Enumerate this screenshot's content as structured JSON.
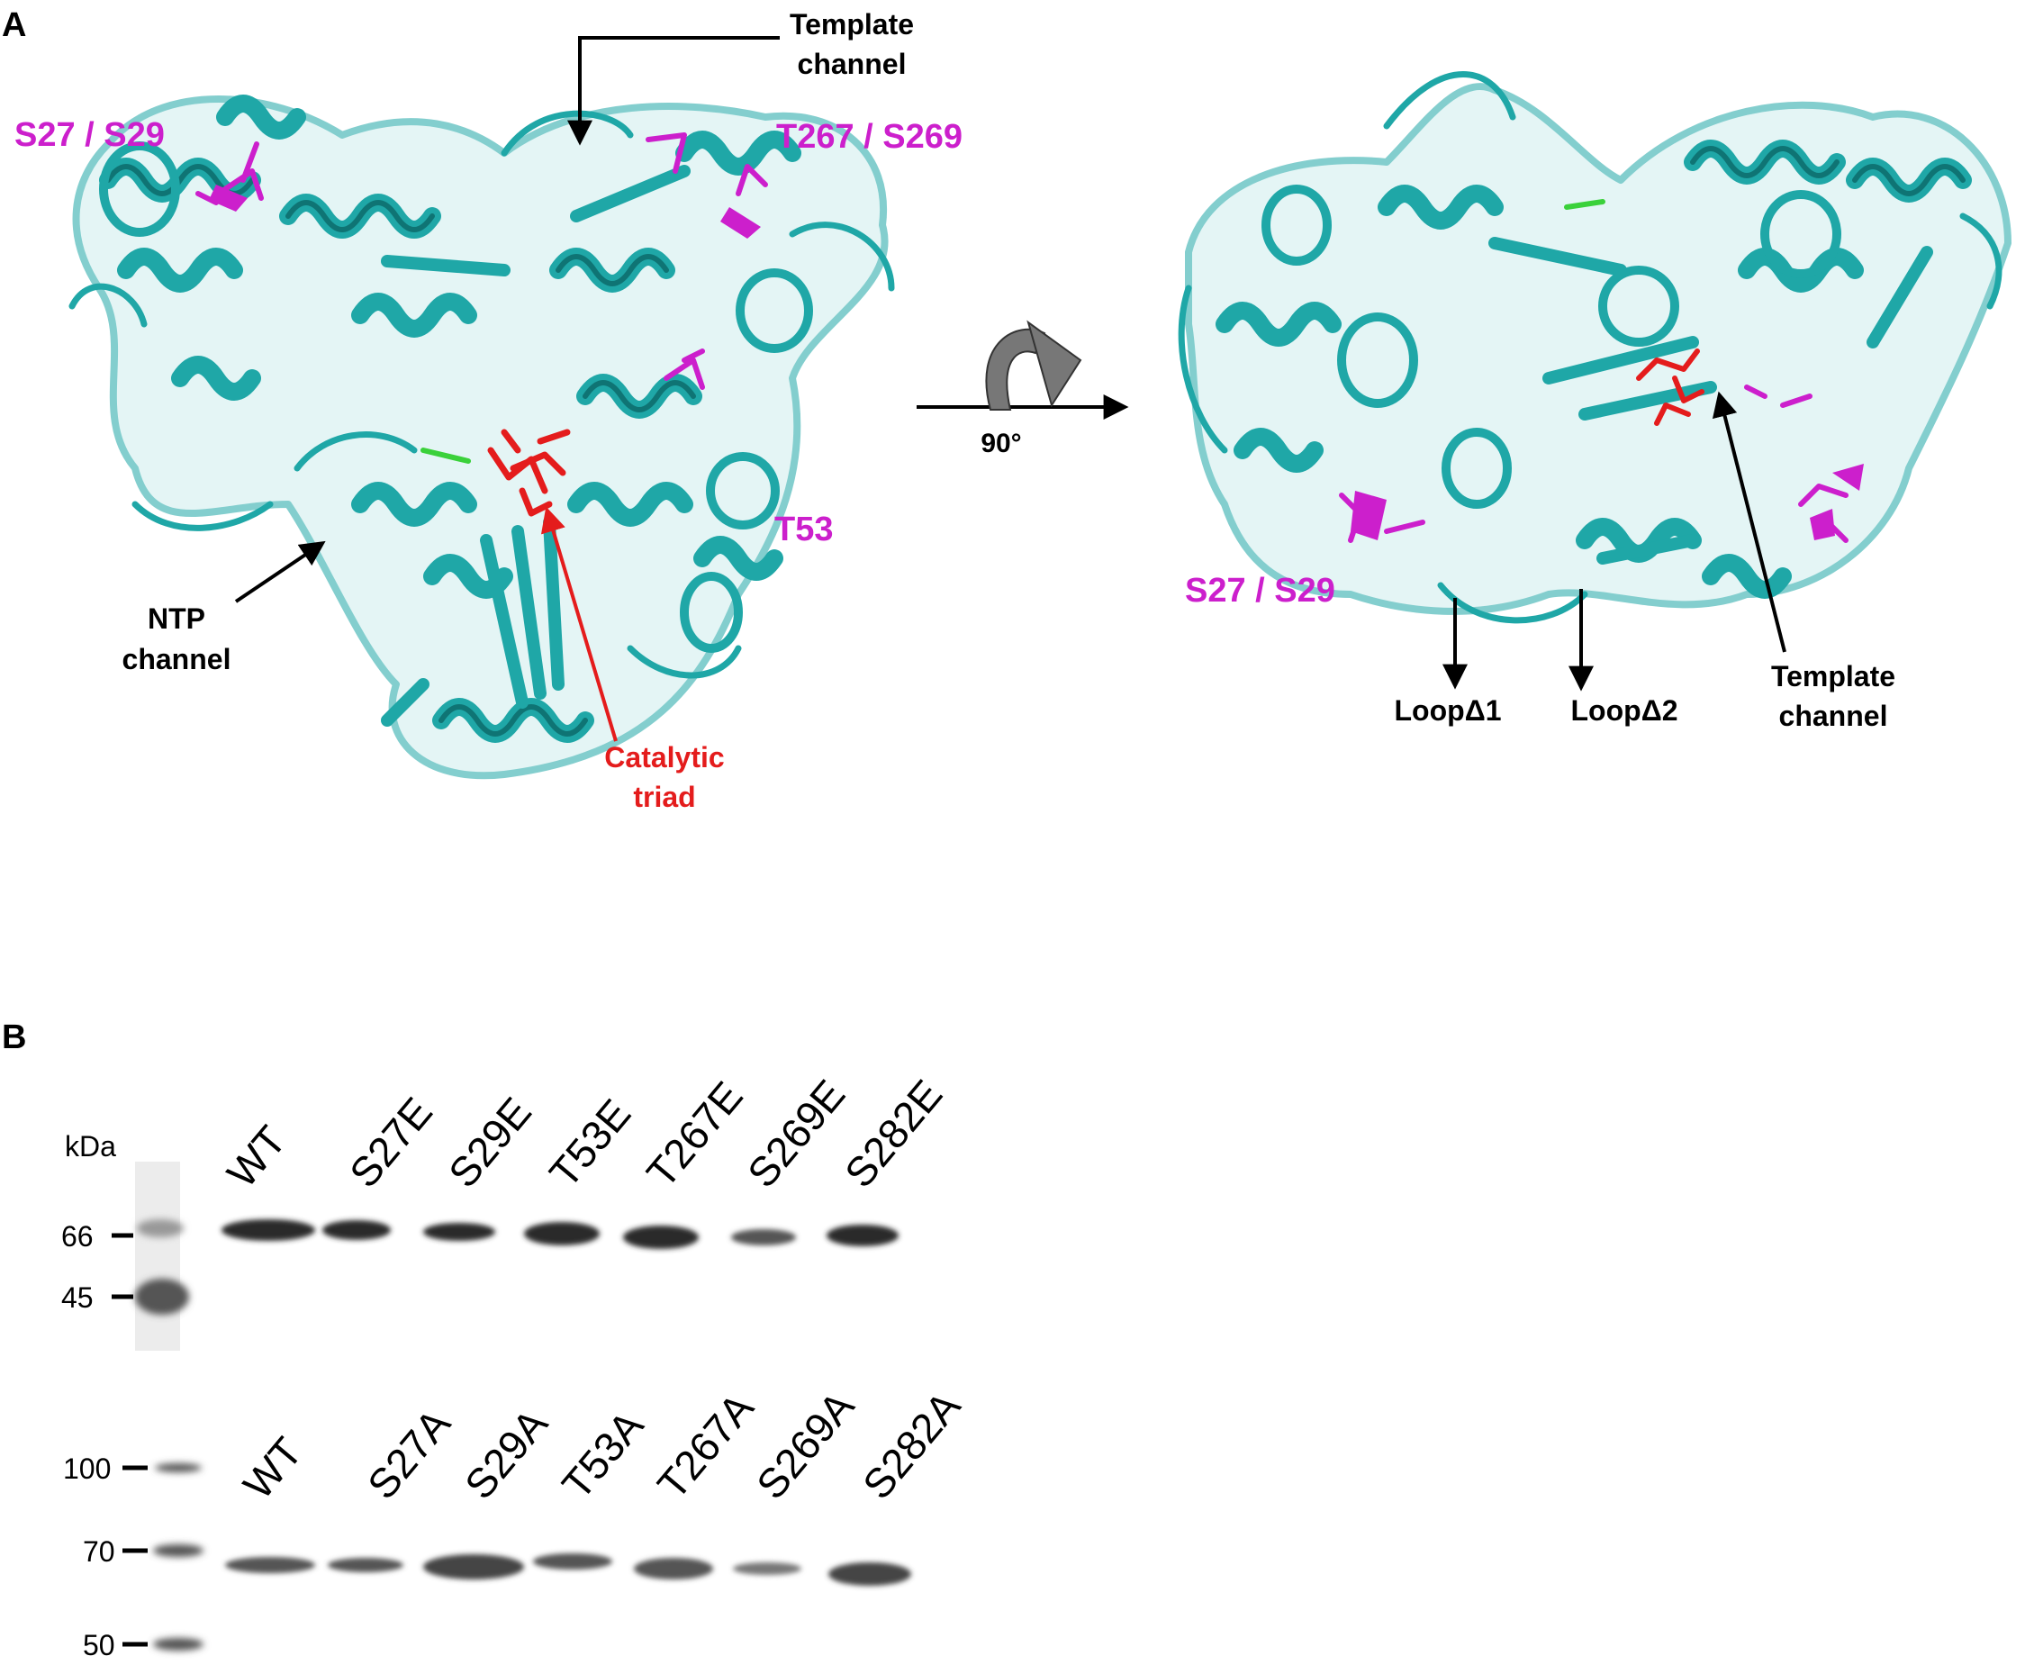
{
  "panel_a": {
    "letter": "A",
    "left_view": {
      "template_channel": [
        "Template",
        "channel"
      ],
      "s27_s29": "S27 / S29",
      "t267_s269": "T267 / S269",
      "t53": "T53",
      "ntp_channel": [
        "NTP",
        "channel"
      ],
      "catalytic_triad": [
        "Catalytic",
        "triad"
      ]
    },
    "rotation": "90°",
    "right_view": {
      "s27_s29": "S27 / S29",
      "loop1": "LoopΔ1",
      "loop2": "LoopΔ2",
      "template_channel": [
        "Template",
        "channel"
      ]
    },
    "colors": {
      "protein": "#1fa7a7",
      "protein_dark": "#0f7474",
      "phosphosite": "#cc1fcc",
      "catalytic": "#e41c1c",
      "green_segment": "#3ad13a"
    },
    "icons": [
      "protein-ribbon-left",
      "protein-ribbon-right",
      "rotation-arrow-icon"
    ]
  },
  "panel_b": {
    "letter": "B",
    "top_gel": {
      "unit": "kDa",
      "markers": [
        "66",
        "45"
      ],
      "lanes": [
        "WT",
        "S27E",
        "S29E",
        "T53E",
        "T267E",
        "S269E",
        "S282E"
      ]
    },
    "bottom_gel": {
      "markers": [
        "100",
        "70",
        "50"
      ],
      "lanes": [
        "WT",
        "S27A",
        "S29A",
        "T53A",
        "T267A",
        "S269A",
        "S282A"
      ]
    }
  }
}
